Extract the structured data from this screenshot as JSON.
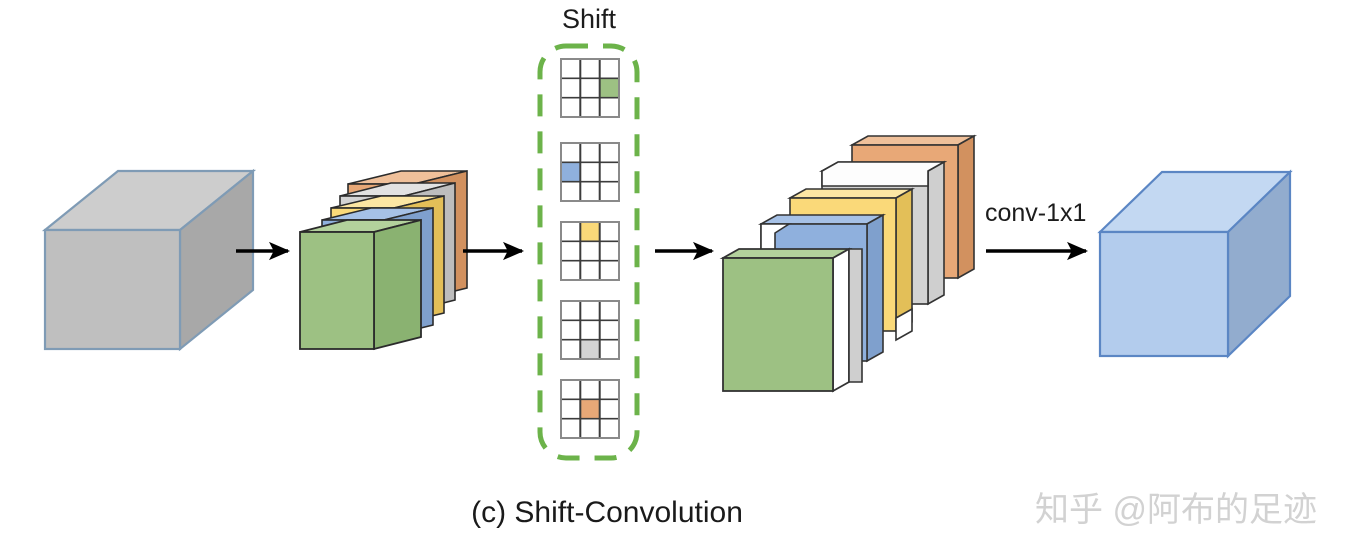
{
  "figure": {
    "caption": "(c) Shift-Convolution",
    "shift_label": "Shift",
    "conv_label": "conv-1x1",
    "watermark": "知乎 @阿布的足迹",
    "background": "#ffffff"
  },
  "palette": {
    "green_fill": "#9dc183",
    "green_side": "#8ab271",
    "green_top": "#b3d19c",
    "blue_fill": "#8fb0dd",
    "blue_side": "#7fa0cd",
    "blue_top": "#a6c1e6",
    "yellow_fill": "#fad979",
    "yellow_side": "#e3bf58",
    "yellow_top": "#fce6a3",
    "gray_fill": "#d3d3d3",
    "gray_side": "#bdbdbd",
    "gray_top": "#e2e2e2",
    "orange_fill": "#e8a877",
    "orange_side": "#d2915f",
    "orange_top": "#efc09a",
    "cube_gray_front": "#bfbfbf",
    "cube_gray_top": "#cdcdcd",
    "cube_gray_side": "#a8a8a8",
    "cube_gray_stroke": "#7f9bb5",
    "cube_blue_front": "#b3cced",
    "cube_blue_top": "#c3d8f2",
    "cube_blue_side": "#92acce",
    "cube_blue_stroke": "#5b86c4",
    "dashed_green": "#6cb34a",
    "grid_stroke_dark": "#3c3c3c",
    "grid_stroke_light": "#d8d8d8",
    "card_white": "#ffffff",
    "card_edge": "#444444",
    "arrow_black": "#000000",
    "watermark_gray": "#d2d2d2"
  },
  "input_cube": {
    "name": "input-feature-cube",
    "color": "#bfbfbf"
  },
  "output_cube": {
    "name": "output-feature-cube",
    "color": "#b3cced"
  },
  "input_stack": {
    "name": "multi-channel-feature-stack",
    "layers": [
      {
        "label": "channel-green",
        "color": "#9dc183"
      },
      {
        "label": "channel-blue",
        "color": "#8fb0dd"
      },
      {
        "label": "channel-yellow",
        "color": "#fad979"
      },
      {
        "label": "channel-gray",
        "color": "#d3d3d3"
      },
      {
        "label": "channel-orange",
        "color": "#e8a877"
      }
    ]
  },
  "shift_kernels": {
    "name": "shift-kernel-group",
    "grid_size": 3,
    "kernels": [
      {
        "label": "shift-kernel-green",
        "color": "#9dc183",
        "row": 2,
        "col": 3,
        "direction": "right"
      },
      {
        "label": "shift-kernel-blue",
        "color": "#8fb0dd",
        "row": 2,
        "col": 1,
        "direction": "left"
      },
      {
        "label": "shift-kernel-yellow",
        "color": "#fad979",
        "row": 1,
        "col": 2,
        "direction": "up"
      },
      {
        "label": "shift-kernel-gray",
        "color": "#d3d3d3",
        "row": 3,
        "col": 2,
        "direction": "down"
      },
      {
        "label": "shift-kernel-orange",
        "color": "#e8a877",
        "row": 2,
        "col": 2,
        "direction": "identity"
      }
    ]
  },
  "shifted_stack": {
    "name": "shifted-feature-maps",
    "cards": [
      {
        "label": "shifted-map-green",
        "color": "#9dc183"
      },
      {
        "label": "shifted-map-blue",
        "color": "#8fb0dd"
      },
      {
        "label": "shifted-map-yellow",
        "color": "#fad979"
      },
      {
        "label": "shifted-map-gray",
        "color": "#d3d3d3"
      },
      {
        "label": "shifted-map-orange",
        "color": "#e8a877"
      }
    ]
  },
  "arrows": [
    {
      "name": "arrow-input-to-stack"
    },
    {
      "name": "arrow-stack-to-shift"
    },
    {
      "name": "arrow-shift-to-shifted"
    },
    {
      "name": "arrow-conv-to-output"
    }
  ]
}
